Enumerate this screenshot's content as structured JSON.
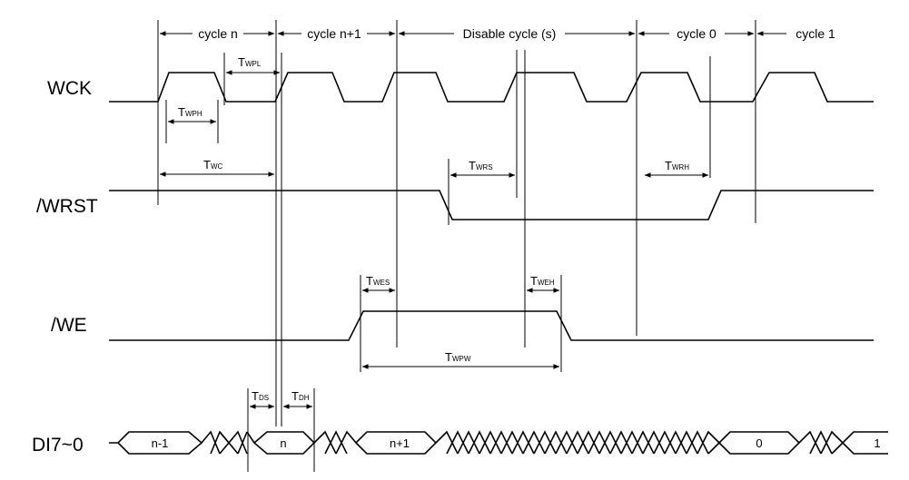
{
  "signals": {
    "wck": "WCK",
    "wrst": "/WRST",
    "we": "/WE",
    "di": "DI7~0"
  },
  "cycles": [
    "cycle n",
    "cycle n+1",
    "Disable cycle (s)",
    "cycle 0",
    "cycle 1"
  ],
  "timings": {
    "wpl": {
      "main": "T",
      "sub": "WPL"
    },
    "wph": {
      "main": "T",
      "sub": "WPH"
    },
    "wc": {
      "main": "T",
      "sub": "WC"
    },
    "wrs": {
      "main": "T",
      "sub": "WRS"
    },
    "wrh": {
      "main": "T",
      "sub": "WRH"
    },
    "wes": {
      "main": "T",
      "sub": "WES"
    },
    "weh": {
      "main": "T",
      "sub": "WEH"
    },
    "wpw": {
      "main": "T",
      "sub": "WPW"
    },
    "ds": {
      "main": "T",
      "sub": "DS"
    },
    "dh": {
      "main": "T",
      "sub": "DH"
    }
  },
  "bus_values": [
    "n-1",
    "n",
    "n+1",
    "0",
    "1"
  ]
}
